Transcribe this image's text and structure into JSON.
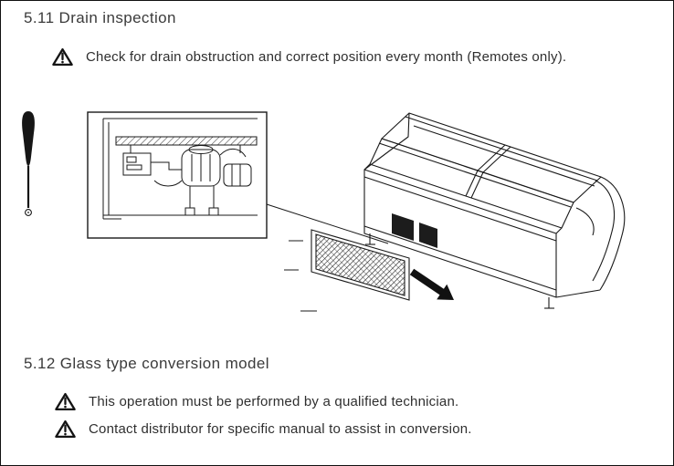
{
  "page": {
    "background": "#ffffff",
    "border_color": "#111111",
    "heading_color": "#3b3b3b",
    "text_color": "#2f2f2f",
    "line_color": "#1a1a1a"
  },
  "sections": [
    {
      "id": "5.11",
      "heading": "5.11 Drain inspection",
      "warnings": [
        "Check for drain obstruction and correct position every month (Remotes only)."
      ]
    },
    {
      "id": "5.12",
      "heading": "5.12 Glass type conversion model",
      "warnings": [
        "This operation must be performed by a qualified technician.",
        "Contact distributor for specific manual to assist in conversion."
      ]
    }
  ],
  "diagram": {
    "description": "Exploded isometric line drawing of a refrigerated display case with the front ventilation grille removed to access the condensing unit; inset detail box shows the condensing unit; screwdriver tool shown at left; solid arrow indicates grille removal direction.",
    "icons": [
      "screwdriver-icon",
      "warning-triangle-icon"
    ],
    "elements": [
      "condensing-unit-inset",
      "leader-line",
      "display-case",
      "ventilation-grille",
      "removal-direction-arrow"
    ]
  }
}
